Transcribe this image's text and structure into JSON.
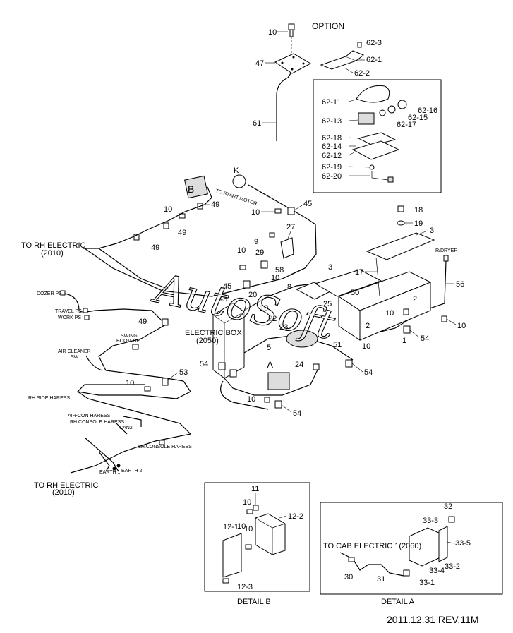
{
  "option": {
    "title": "OPTION",
    "callouts": [
      "62-3",
      "62-1",
      "62-2",
      "62-11",
      "62-16",
      "62-15",
      "62-13",
      "62-17",
      "62-18",
      "62-14",
      "62-12",
      "62-19",
      "62-20"
    ]
  },
  "callouts": {
    "c10a": "10",
    "c47": "47",
    "c61": "61",
    "cK": "K",
    "cB": "B",
    "c10b": "10",
    "c49a": "49",
    "c49b": "49",
    "c49c": "49",
    "c49d": "49",
    "c10c": "10",
    "c45a": "45",
    "c27": "27",
    "c9": "9",
    "c10d": "10",
    "c29": "29",
    "c58": "58",
    "c10e": "10",
    "c45b": "45",
    "c20": "20",
    "c8": "8",
    "c10f": "10",
    "c22": "22",
    "c23": "23",
    "c45c": "45",
    "c5": "5",
    "c25": "25",
    "c50": "50",
    "c17": "17",
    "c3a": "3",
    "c3b": "3",
    "c18": "18",
    "c19": "19",
    "c56": "56",
    "c2a": "2",
    "c2b": "2",
    "c10g": "10",
    "c1": "1",
    "c54a": "54",
    "c51": "51",
    "c10h": "10",
    "c10i": "10",
    "c54b": "54",
    "c24": "24",
    "cA": "A",
    "c54c": "54",
    "c10j": "10",
    "c54d": "54",
    "c10k": "10",
    "c53": "53"
  },
  "wire_labels": {
    "to_start_motor": "TO START MOTOR",
    "to_rh_electric_top": "TO RH ELECTRIC",
    "to_rh_electric_top_code": "(2010)",
    "dozer_ps": "DOZER PS",
    "travel_ps": "TRAVEL PS",
    "work_ps": "WORK PS",
    "swing": "SWING",
    "boom_up": "BOOM UP",
    "air_cleaner": "AIR CLEANER",
    "air_cleaner_sw": "SW",
    "electric_box": "ELECTRIC BOX",
    "electric_box_code": "(2050)",
    "r_dryer": "R/DRYER",
    "rh_side_haress": "RH.SIDE HARESS",
    "air_con_haress": "AIR-CON  HARESS",
    "rh_console_haress": "RH.CONSOLE HARESS",
    "can2": "CAN2",
    "lh_console_haress": "LH.CONSOLE HARESS",
    "earth1": "EARTH 1",
    "earth2": "EARTH 2",
    "to_rh_electric_bottom": "TO RH ELECTRIC",
    "to_rh_electric_bottom_code": "(2010)"
  },
  "detail_b": {
    "title": "DETAIL B",
    "callouts": [
      "11",
      "10",
      "12-2",
      "12-1",
      "10",
      "10",
      "12-3"
    ]
  },
  "detail_a": {
    "title": "DETAIL A",
    "to_cab": "TO CAB ELECTRIC 1(2060)",
    "callouts": [
      "32",
      "33-3",
      "33-5",
      "30",
      "31",
      "33-4",
      "33-2",
      "33-1"
    ]
  },
  "footer": {
    "revision": "2011.12.31  REV.11M"
  },
  "watermark": "AutoSoft"
}
